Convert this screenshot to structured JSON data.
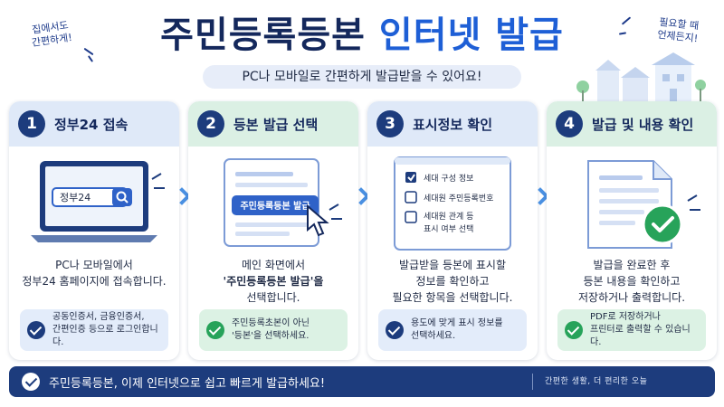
{
  "header": {
    "title_part1": "주민등록등본",
    "title_part2": "인터넷 발급",
    "subtitle": "PC나 모바일로 간편하게 발급받을 수 있어요!",
    "note_left_line1": "집에서도",
    "note_left_line2": "간편하게!",
    "note_right_line1": "필요할 때",
    "note_right_line2": "언제든지!"
  },
  "steps": [
    {
      "number": "1",
      "title": "정부24 접속",
      "illustration_text": "정부24",
      "desc_line1": "PC나 모바일에서",
      "desc_line2": "정부24 홈페이지에 접속합니다.",
      "desc_line3": "",
      "note_line1": "공동인증서, 금융인증서,",
      "note_line2": "간편인증 등으로 로그인합니다."
    },
    {
      "number": "2",
      "title": "등본 발급 선택",
      "illustration_text": "주민등록등본 발급",
      "desc_line1": "메인 화면에서",
      "desc_line2": "'주민등록등본 발급'을",
      "desc_line3": "선택합니다.",
      "note_line1": "주민등록초본이 아닌",
      "note_line2": "'등본'을 선택하세요."
    },
    {
      "number": "3",
      "title": "표시정보 확인",
      "checklist": [
        "세대 구성 정보",
        "세대원 주민등록번호",
        "세대원 관계 등",
        "표시 여부 선택"
      ],
      "desc_line1": "발급받을 등본에 표시할",
      "desc_line2": "정보를 확인하고",
      "desc_line3": "필요한 항목을 선택합니다.",
      "note_line1": "용도에 맞게 표시 정보를",
      "note_line2": "선택하세요."
    },
    {
      "number": "4",
      "title": "발급 및 내용 확인",
      "desc_line1": "발급을 완료한 후",
      "desc_line2": "등본 내용을 확인하고",
      "desc_line3": "저장하거나 출력합니다.",
      "note_line1": "PDF로 저장하거나",
      "note_line2": "프린터로 출력할 수 있습니다."
    }
  ],
  "footer": {
    "main_text": "주민등록등본, 이제 인터넷으로 쉽고 빠르게 발급하세요!",
    "sub_text": "간편한 생활, 더 편리한 오늘"
  },
  "colors": {
    "navy": "#1d3c7d",
    "title_navy": "#14285c",
    "title_blue": "#1e5fd6",
    "green": "#27a35a",
    "arrow_blue": "#4a90e2"
  },
  "icons": [
    "search-icon",
    "cursor-icon",
    "checkbox-icon",
    "check-circle-icon",
    "document-icon",
    "laptop-icon",
    "house-icon"
  ]
}
